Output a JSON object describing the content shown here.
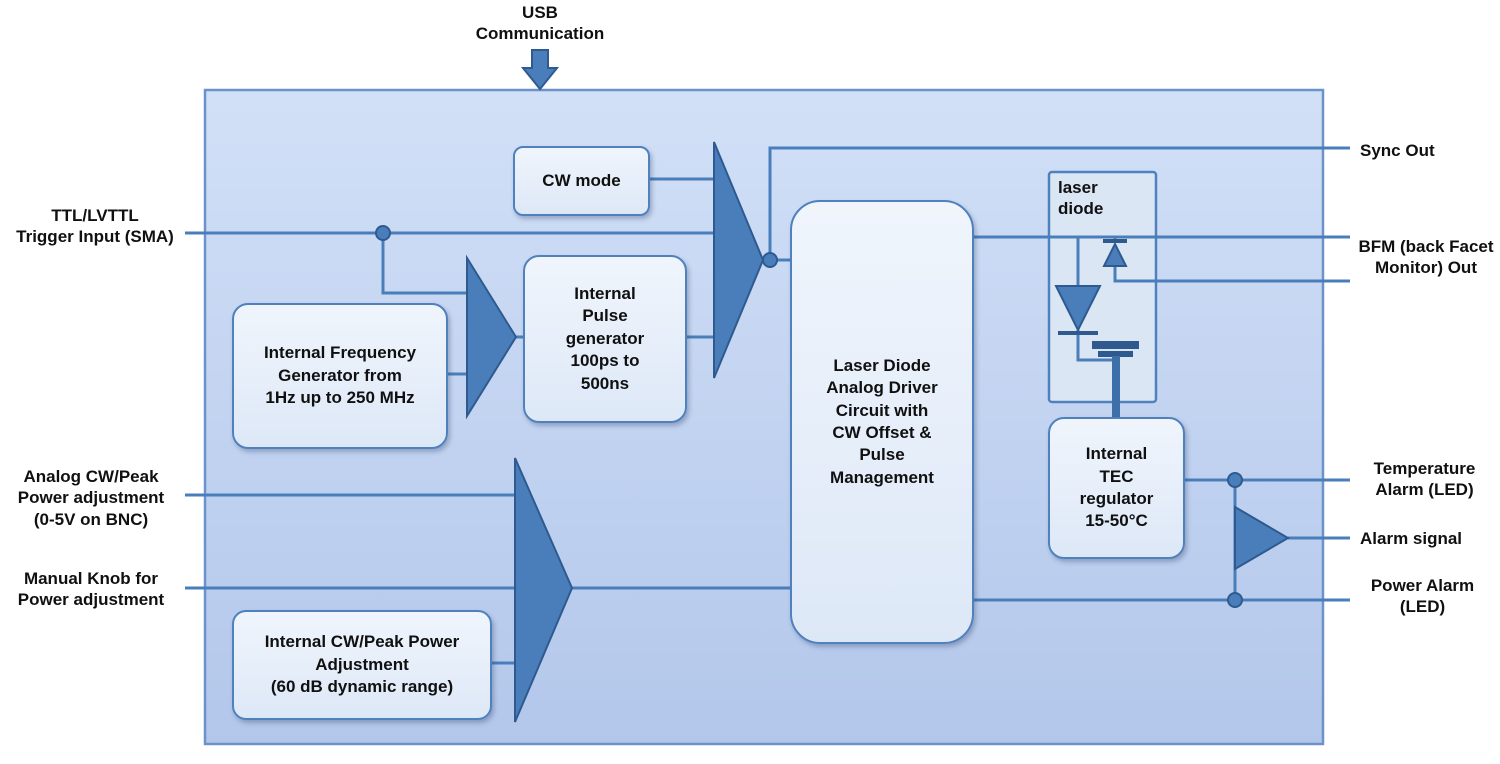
{
  "diagram": {
    "usb_label": [
      "USB",
      "Communication"
    ],
    "blocks": {
      "cw_mode": "CW mode",
      "freq_gen": [
        "Internal Frequency",
        "Generator from",
        "1Hz up to 250 MHz"
      ],
      "pulse_gen": [
        "Internal",
        "Pulse",
        "generator",
        "100ps to",
        "500ns"
      ],
      "driver": [
        "Laser Diode",
        "Analog Driver",
        "Circuit with",
        "CW Offset &",
        "Pulse",
        "Management"
      ],
      "laser_diode": [
        "laser",
        "diode"
      ],
      "tec": [
        "Internal",
        "TEC",
        "regulator",
        "15-50°C"
      ],
      "power_adj": [
        "Internal CW/Peak Power",
        "Adjustment",
        "(60 dB dynamic range)"
      ]
    },
    "inputs": {
      "trigger": [
        "TTL/LVTTL",
        "Trigger Input (SMA)"
      ],
      "analog": [
        "Analog CW/Peak",
        "Power adjustment",
        "(0-5V on BNC)"
      ],
      "manual": [
        "Manual Knob for",
        "Power adjustment"
      ]
    },
    "outputs": {
      "sync": "Sync Out",
      "bfm": [
        "BFM (back Facet",
        "Monitor) Out"
      ],
      "temp_alarm": [
        "Temperature",
        "Alarm (LED)"
      ],
      "alarm_signal": "Alarm signal",
      "power_alarm": [
        "Power Alarm",
        "(LED)"
      ]
    },
    "colors": {
      "wire_blue": "#4a7ebb",
      "dark_blue": "#2e5a8f",
      "panel_fill_top": "#d2e0f7",
      "panel_fill_bottom": "#b3c7eb",
      "box_border": "#4f81bd"
    }
  }
}
